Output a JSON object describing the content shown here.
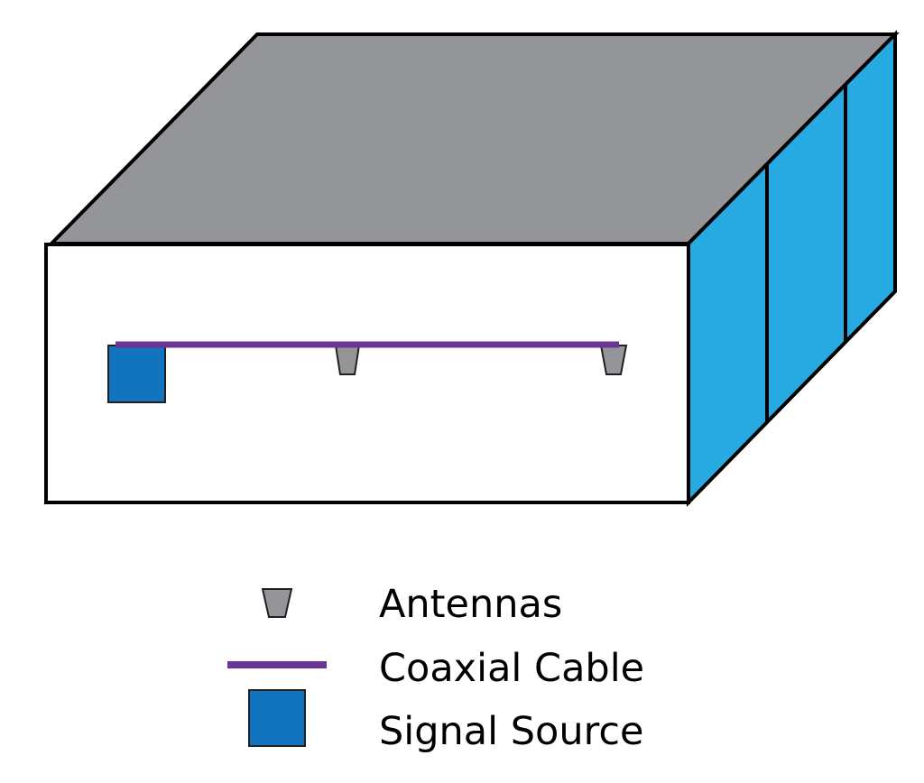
{
  "diagram": {
    "description": "Metal enclosure with antennas fed by a coaxial cable from a signal source",
    "components": {
      "enclosure": {
        "top_color": "#939598",
        "front_color": "#ffffff",
        "side_color": "#27aae1",
        "side_panels": 3
      },
      "signal_source": {
        "color": "#1273be",
        "count": 1
      },
      "coaxial_cable": {
        "color": "#6b3495"
      },
      "antennas": {
        "color": "#939598",
        "count": 2
      }
    },
    "outline_color": "#000000"
  },
  "legend": {
    "items": [
      {
        "key": "antenna",
        "label": "Antennas"
      },
      {
        "key": "cable",
        "label": "Coaxial Cable"
      },
      {
        "key": "source",
        "label": "Signal Source"
      }
    ]
  }
}
